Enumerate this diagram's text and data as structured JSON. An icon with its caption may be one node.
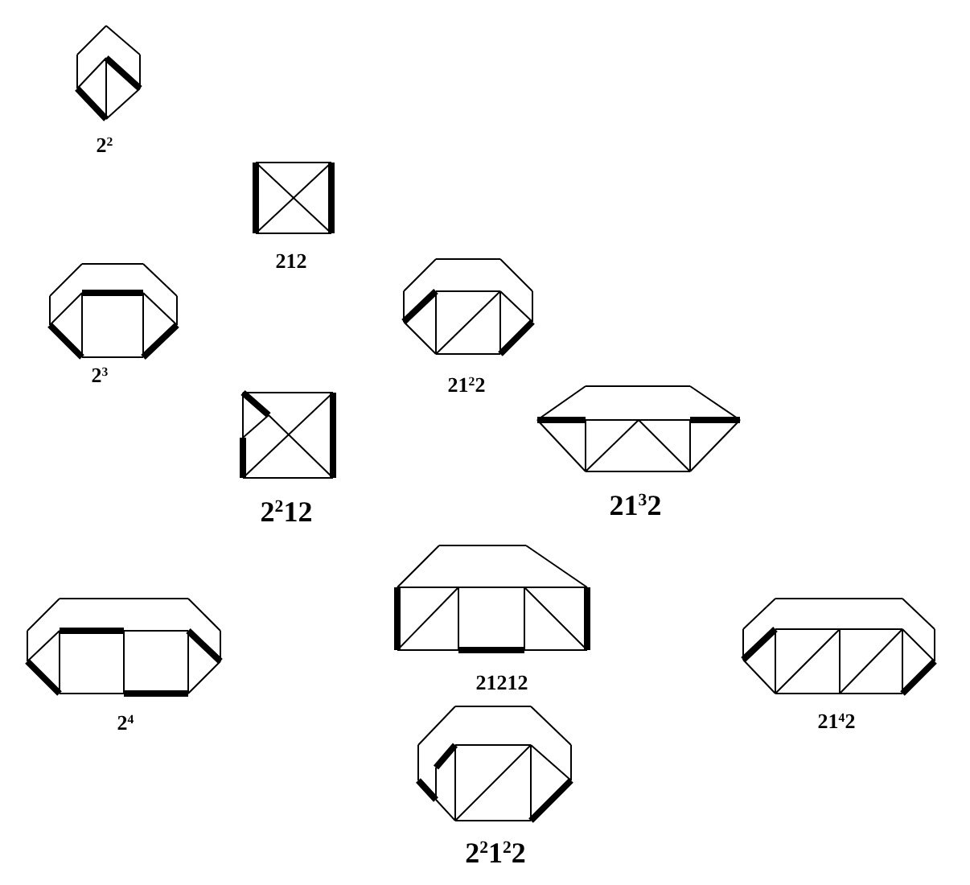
{
  "diagram": {
    "labels": [
      "2$^{2}$",
      "212",
      "2$^{3}$",
      "21$^{2}$2",
      "2$^{2}$12",
      "21$^{3}$2",
      "2$^{4}$",
      "21212",
      "21$^{4}$2",
      "2$^{2}$1$^{2}$2"
    ]
  }
}
